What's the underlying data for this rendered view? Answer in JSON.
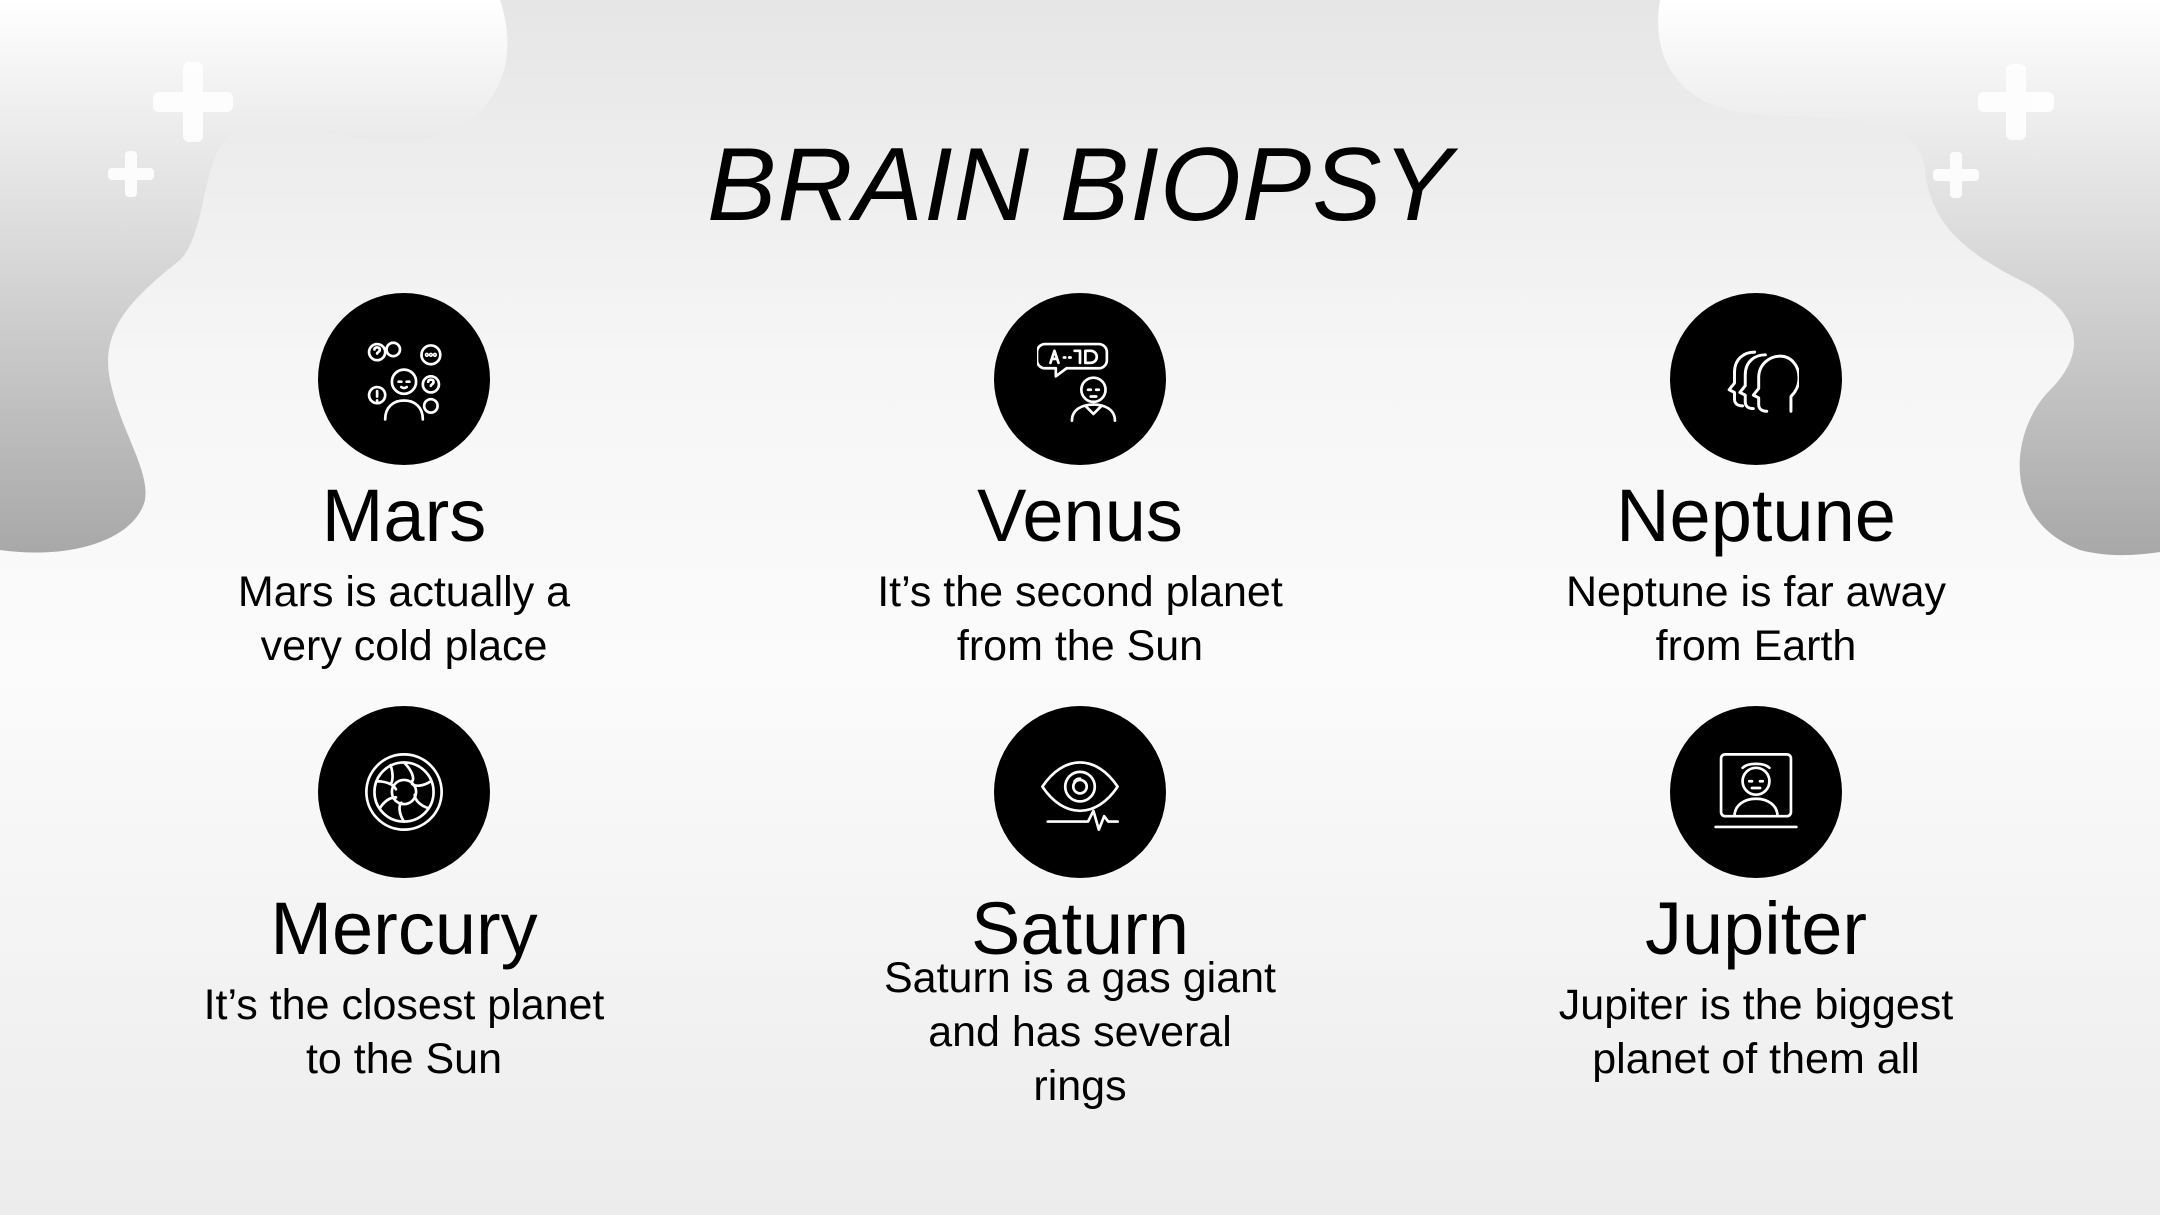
{
  "title": "BRAIN BIOPSY",
  "cards": [
    {
      "name": "Mars",
      "desc_line1": "Mars is actually a",
      "desc_line2": "very cold place",
      "icon": "people-questions-icon"
    },
    {
      "name": "Venus",
      "desc_line1": "It’s the second planet",
      "desc_line2": "from the Sun",
      "icon": "person-speech-bubble-icon"
    },
    {
      "name": "Neptune",
      "desc_line1": "Neptune is far away",
      "desc_line2": "from Earth",
      "icon": "heads-profile-icon"
    },
    {
      "name": "Mercury",
      "desc_line1": "It’s the closest planet",
      "desc_line2": "to the Sun",
      "icon": "iris-aperture-icon"
    },
    {
      "name": "Saturn",
      "desc_line1": "Saturn is a gas giant",
      "desc_line2": "and has several",
      "desc_line3": "rings",
      "icon": "eye-pulse-icon"
    },
    {
      "name": "Jupiter",
      "desc_line1": "Jupiter is the biggest",
      "desc_line2": "planet of them all",
      "icon": "person-monitor-icon"
    }
  ],
  "colors": {
    "accent": "#000000",
    "icon_stroke": "#ffffff",
    "background": "#f4f4f4"
  }
}
